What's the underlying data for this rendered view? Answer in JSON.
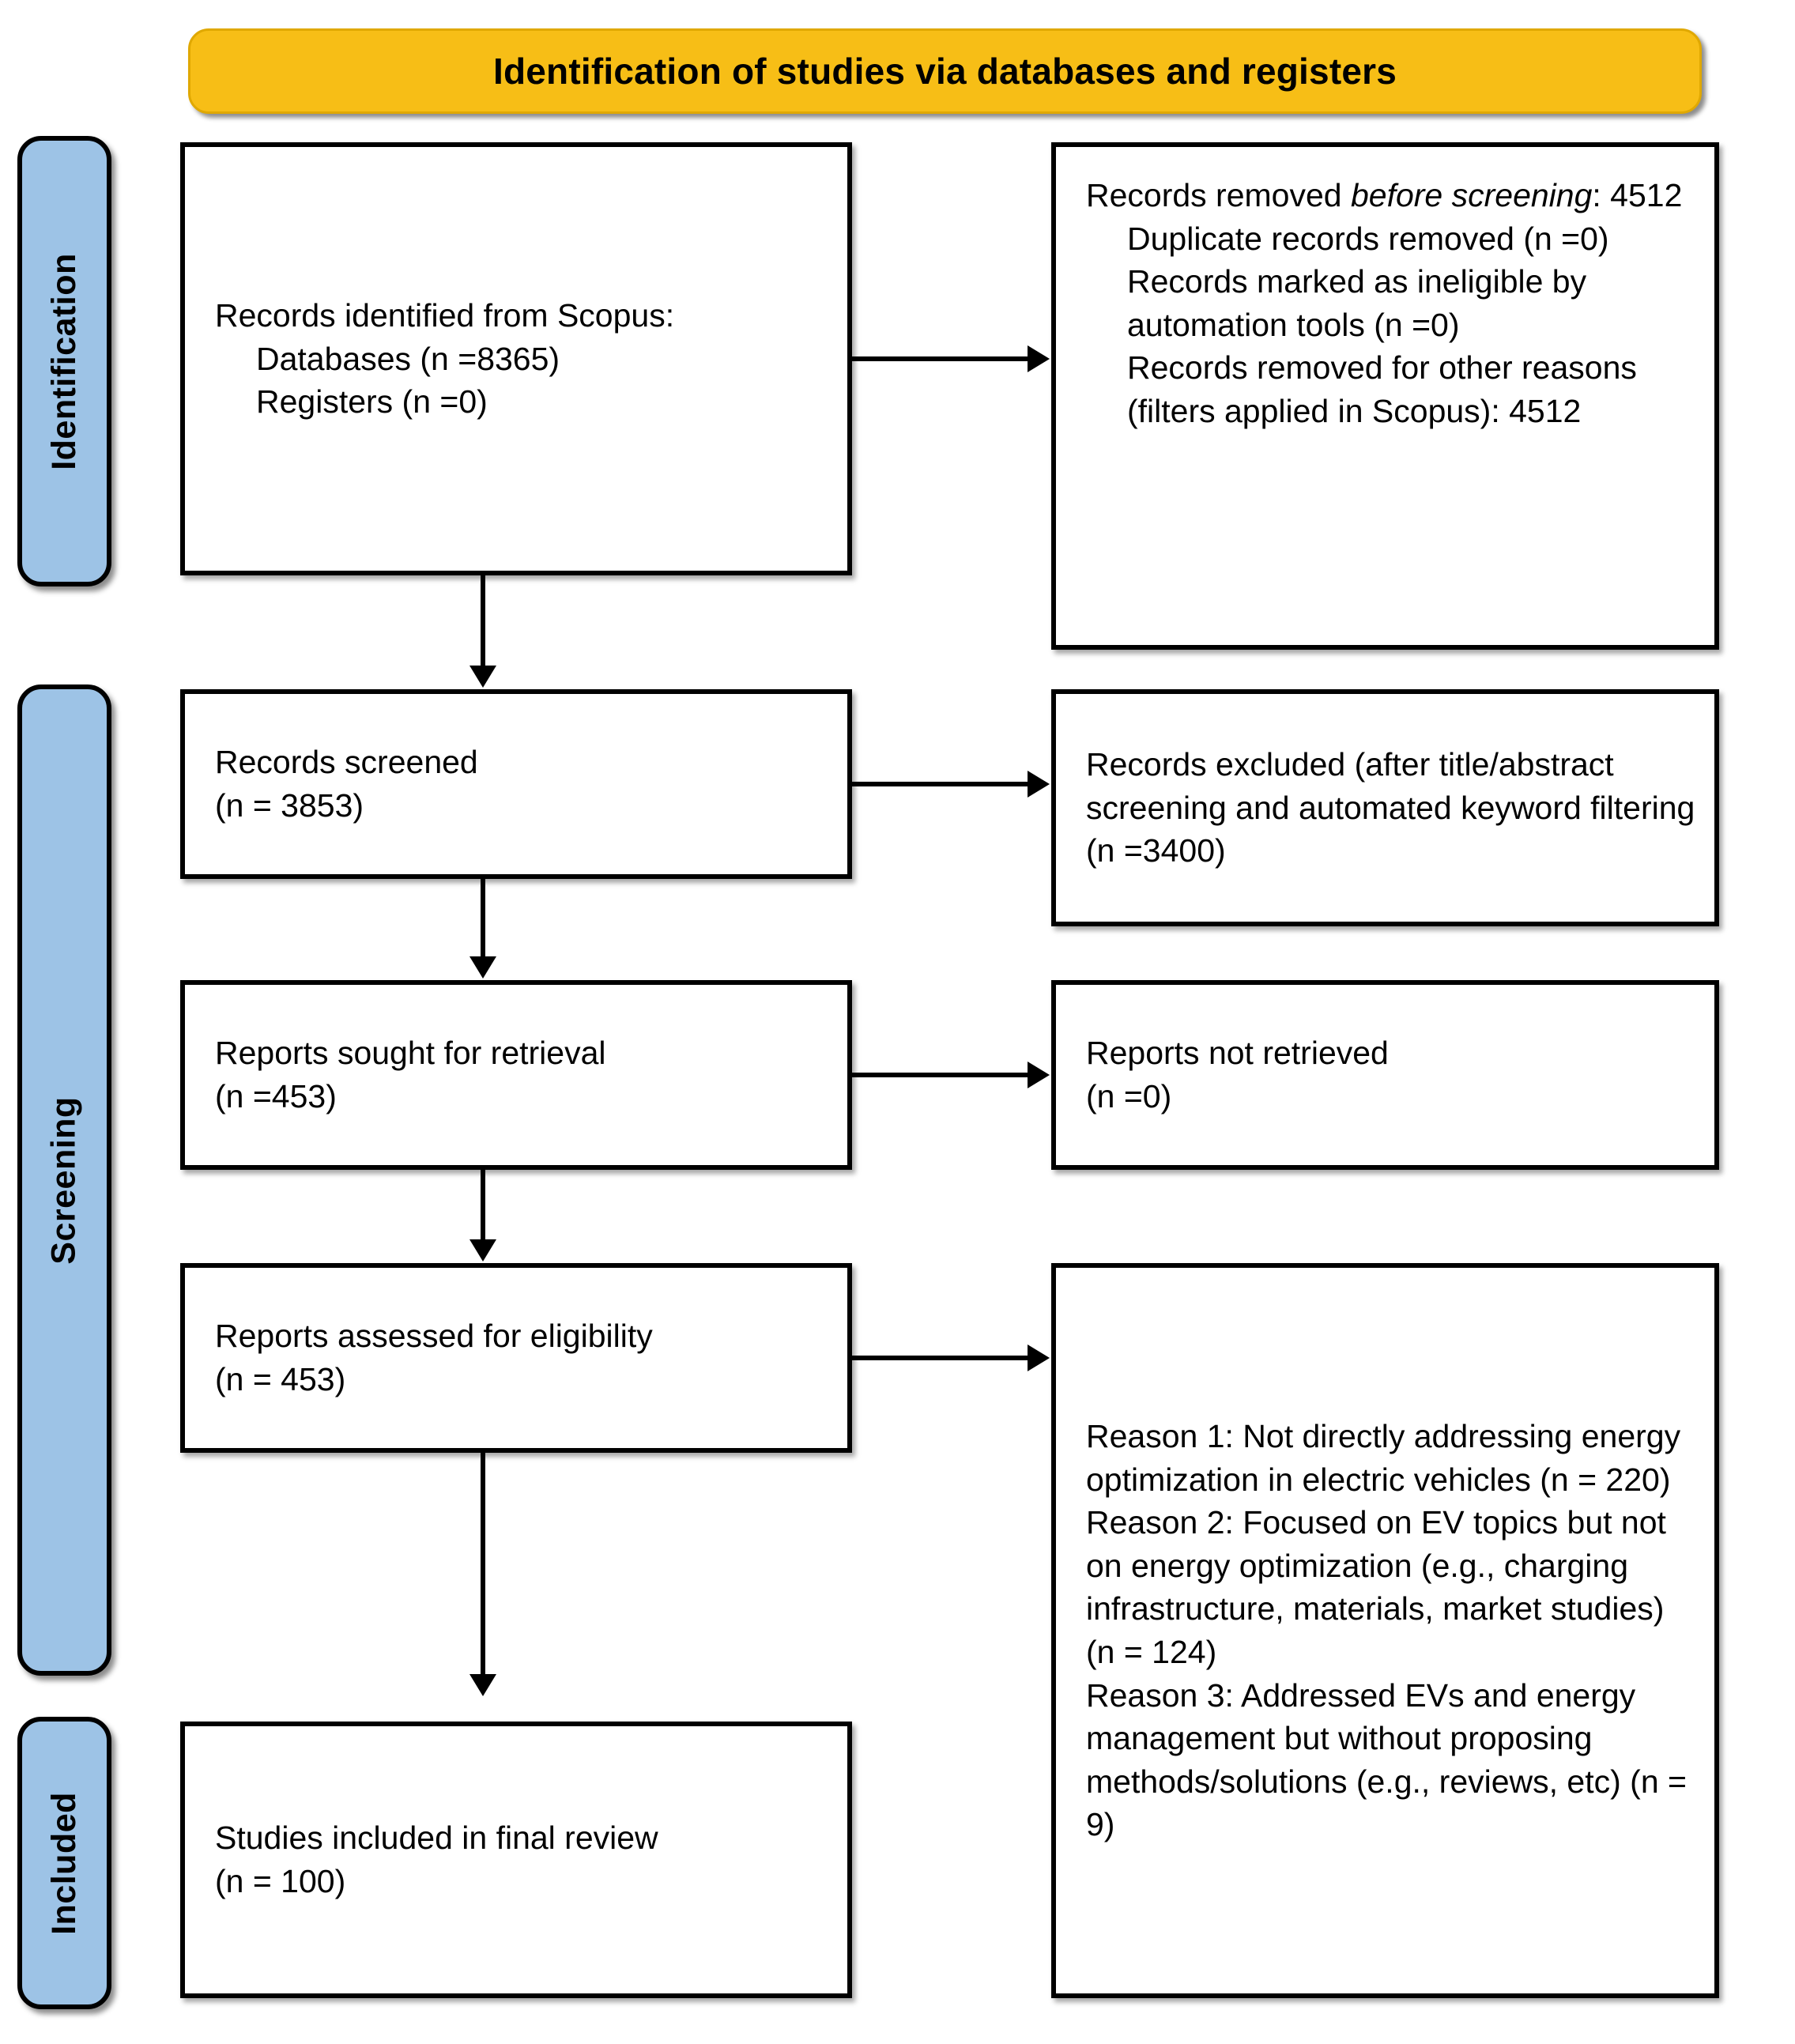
{
  "title": {
    "text": "Identification of studies via databases and registers",
    "background_color": "#F7BE16"
  },
  "stages": [
    {
      "id": "identification",
      "label": "Identification",
      "color": "#9DC3E6"
    },
    {
      "id": "screening",
      "label": "Screening",
      "color": "#9DC3E6"
    },
    {
      "id": "included",
      "label": "Included",
      "color": "#9DC3E6"
    }
  ],
  "chart_data": {
    "type": "diagram",
    "title": "Identification of studies via databases and registers",
    "flow": [
      {
        "stage": "Identification",
        "node": "Records identified from Scopus",
        "databases": 8365,
        "registers": 0
      },
      {
        "stage": "Identification",
        "node": "Records removed before screening",
        "total": 4512,
        "duplicates": 0,
        "ineligible_by_automation": 0,
        "other_reasons": 4512
      },
      {
        "stage": "Screening",
        "node": "Records screened",
        "n": 3853
      },
      {
        "stage": "Screening",
        "node": "Records excluded",
        "n": 3400
      },
      {
        "stage": "Screening",
        "node": "Reports sought for retrieval",
        "n": 453
      },
      {
        "stage": "Screening",
        "node": "Reports not retrieved",
        "n": 0
      },
      {
        "stage": "Screening",
        "node": "Reports assessed for eligibility",
        "n": 453
      },
      {
        "stage": "Screening",
        "node": "Reports excluded - Reason 1",
        "n": 220
      },
      {
        "stage": "Screening",
        "node": "Reports excluded - Reason 2",
        "n": 124
      },
      {
        "stage": "Screening",
        "node": "Reports excluded - Reason 3",
        "n": 9
      },
      {
        "stage": "Included",
        "node": "Studies included in final review",
        "n": 100
      }
    ]
  },
  "boxes": {
    "identified": {
      "line1": "Records identified from Scopus:",
      "line2": "Databases (n =8365)",
      "line3": "Registers (n =0)"
    },
    "removed": {
      "heading_prefix": "Records removed ",
      "heading_italic": "before screening",
      "heading_suffix": ": 4512",
      "item1": "Duplicate records removed (n =0)",
      "item2": "Records marked as ineligible by automation tools (n =0)",
      "item3": "Records removed for other reasons (filters applied in Scopus): 4512"
    },
    "screened": {
      "line1": "Records screened",
      "line2": "(n = 3853)"
    },
    "excluded": {
      "line1": "Records excluded (after title/abstract screening and automated keyword filtering (n =3400)"
    },
    "sought": {
      "line1": "Reports sought for retrieval",
      "line2": "(n =453)"
    },
    "not_retrieved": {
      "line1": "Reports not retrieved",
      "line2": "(n =0)"
    },
    "assessed": {
      "line1": "Reports assessed for eligibility",
      "line2": "(n = 453)"
    },
    "reasons": {
      "reason1": "Reason 1: Not directly addressing energy optimization in electric vehicles (n = 220)",
      "reason2": "Reason 2: Focused on EV topics but not on energy optimization (e.g., charging infrastructure, materials, market studies) (n = 124)",
      "reason3": "Reason 3: Addressed EVs and energy management but without proposing methods/solutions (e.g., reviews, etc) (n = 9)"
    },
    "included": {
      "line1": "Studies included in final review",
      "line2": "(n = 100)"
    }
  }
}
